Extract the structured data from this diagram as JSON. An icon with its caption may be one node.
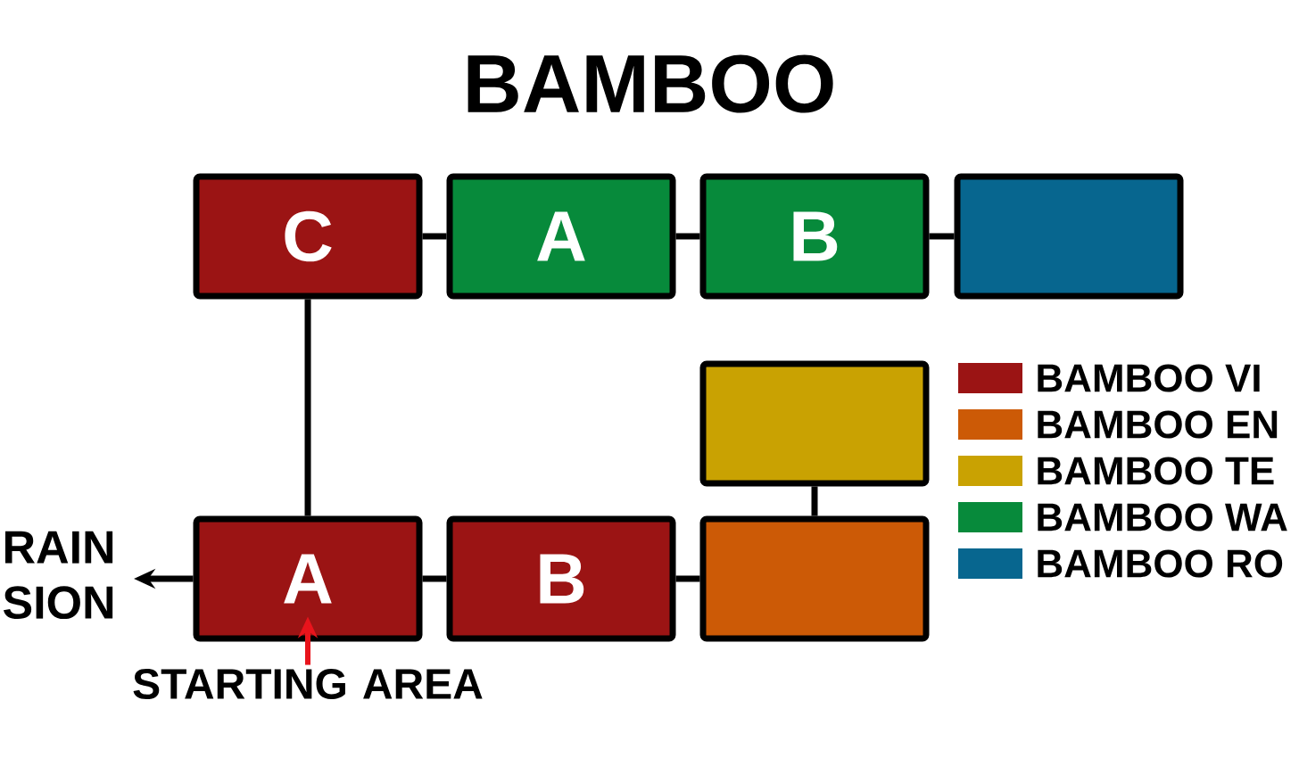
{
  "diagram": {
    "title": "BAMBOO",
    "nodes": [
      {
        "text": [
          "C"
        ]
      },
      {
        "text": [
          "A"
        ]
      },
      {
        "text": [
          "B"
        ]
      },
      {
        "text": [],
        "shape": "box"
      },
      {
        "text": [],
        "shape": "box"
      },
      {
        "text": [
          "RAIN SION"
        ]
      },
      {
        "text": [
          "A"
        ]
      },
      {
        "text": [
          "B"
        ]
      },
      {
        "text": [],
        "shape": "box"
      },
      {
        "text": [
          "STARTING AREA"
        ]
      }
    ],
    "edges": [
      {
        "from": 0,
        "to": 1,
        "arrow": "none"
      },
      {
        "from": 1,
        "to": 2,
        "arrow": "none"
      },
      {
        "from": 2,
        "to": 3,
        "arrow": "none"
      },
      {
        "from": 0,
        "to": 6,
        "arrow": "none"
      },
      {
        "from": 4,
        "to": 8,
        "arrow": "none"
      },
      {
        "from": 6,
        "to": 7,
        "arrow": "none"
      },
      {
        "from": 7,
        "to": 8,
        "arrow": "none"
      },
      {
        "from": 6,
        "to": 5,
        "arrow": "to"
      },
      {
        "from": 9,
        "to": 6,
        "arrow": "to",
        "color": "#e8141c"
      }
    ],
    "legend": [
      {
        "text": "BAMBOO VI",
        "color": "#9b1414"
      },
      {
        "text": "BAMBOO EN",
        "color": "#cc5a06"
      },
      {
        "text": "BAMBOO TE",
        "color": "#c9a202"
      },
      {
        "text": "BAMBOO WA",
        "color": "#078a3b"
      },
      {
        "text": "BAMBOO RO",
        "color": "#07668f"
      }
    ]
  }
}
